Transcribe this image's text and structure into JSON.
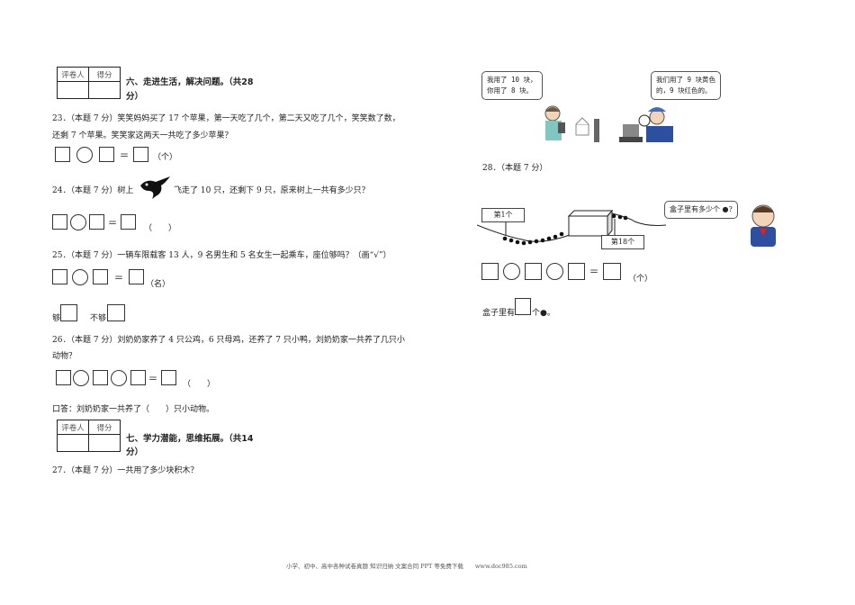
{
  "score_table": {
    "grader": "评卷人",
    "score": "得分"
  },
  "section6": {
    "title_line1": "六、走进生活，解决问题。（共28",
    "title_line2": "分）"
  },
  "q23": {
    "line1": "23．（本题 7 分）笑笑妈妈买了 17 个苹果，第一天吃了几个，第二天又吃了几个，笑笑数了数，",
    "line2": "还剩 7 个苹果。笑笑家这两天一共吃了多少苹果？",
    "unit": "（个）",
    "eq": "="
  },
  "q24": {
    "prefix": "24．（本题 7 分）树上",
    "suffix": "飞走了 10 只，还剩下 9 只，原来树上一共有多少只？",
    "unit": "（　　）",
    "eq": "="
  },
  "q25": {
    "line1": "25．（本题 7 分）一辆车限载客 13 人，9 名男生和 5 名女生一起乘车，座位够吗？（画“√”）",
    "unit": "（名）",
    "eq": "=",
    "enough": "够",
    "not_enough": "不够"
  },
  "q26": {
    "line1": "26．（本题 7 分）刘奶奶家养了 4 只公鸡，6 只母鸡，还养了 7 只小鸭，刘奶奶家一共养了几只小",
    "line2": "动物？",
    "unit": "（　　）",
    "eq": "=",
    "answer": "口答：刘奶奶家一共养了（　　）只小动物。"
  },
  "section7": {
    "title_line1": "七、学力潜能，思维拓展。（共14",
    "title_line2": "分）"
  },
  "q27": {
    "line1": "27．（本题 7 分）一共用了多少块积木？",
    "bubble_girl": "我用了 10 块，\n你用了 8 块。",
    "bubble_boy": "我们用了 9 块黄色\n的，9 块红色的。"
  },
  "q28": {
    "line1": "28．（本题 7 分）",
    "label_first": "第1个",
    "label_18": "第18个",
    "bubble": "盒子里有多少个 ●?",
    "unit": "（个）",
    "eq": "=",
    "answer_prefix": "盒子里有",
    "answer_suffix": "个●。"
  },
  "footer": "小学、初中、高中各种试卷真题  知识归纳  文案合同  PPT 等免费下载　　www.doc985.com"
}
